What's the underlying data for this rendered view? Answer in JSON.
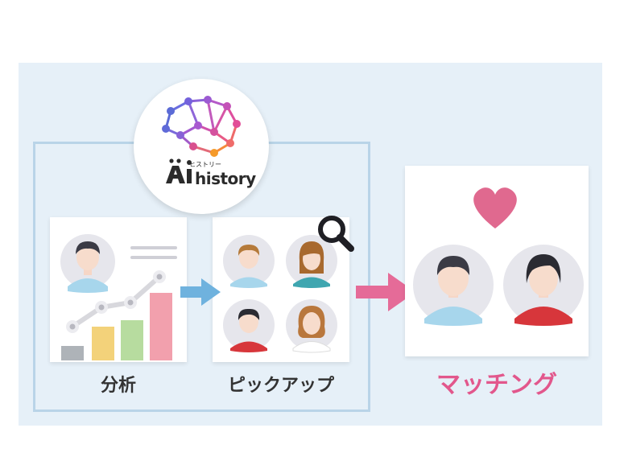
{
  "logo": {
    "wordmark": "history",
    "kana": "ヒストリー",
    "brand_colors": [
      "#5b6bd6",
      "#d64aa0",
      "#f59a2a"
    ]
  },
  "steps": [
    {
      "label": "分析"
    },
    {
      "label": "ピックアップ"
    },
    {
      "label": "マッチング"
    }
  ],
  "colors": {
    "panel_bg": "#e6f0f8",
    "frame": "#b9d4e8",
    "arrow_blue": "#6fb2de",
    "arrow_pink": "#e56b98",
    "heart": "#e0698f",
    "match_label": "#e2578c"
  },
  "icons": {
    "search": "magnifier-icon",
    "heart": "heart-icon"
  }
}
